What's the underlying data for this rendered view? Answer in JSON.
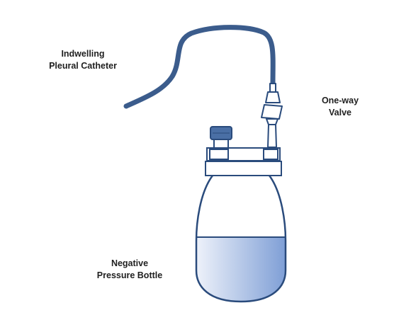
{
  "labels": {
    "catheter": {
      "line1": "Indwelling",
      "line2": "Pleural Catheter"
    },
    "valve": {
      "line1": "One-way",
      "line2": "Valve"
    },
    "bottle": {
      "line1": "Negative",
      "line2": "Pressure Bottle"
    }
  },
  "colors": {
    "outline": "#2a4b7c",
    "tube": "#3b5c8c",
    "cap": "#4a6fa5",
    "fluid_light": "#e9eef8",
    "fluid_dark": "#7f9fd6",
    "text": "#1f1f1f"
  },
  "icons": {
    "catheter": "catheter-tube",
    "valve": "one-way-valve",
    "bottle": "negative-pressure-bottle",
    "cap": "bottle-cap"
  }
}
